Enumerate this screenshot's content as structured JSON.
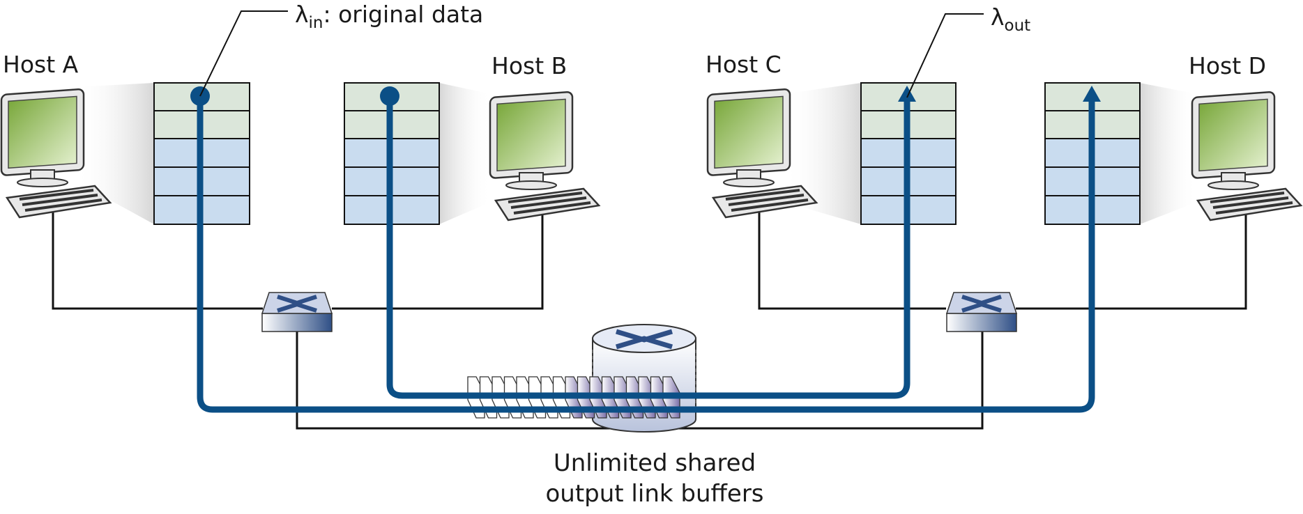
{
  "labels": {
    "lambda_in": {
      "symbol": "λ",
      "subscript": "in",
      "rest": ": original data"
    },
    "lambda_out": {
      "symbol": "λ",
      "subscript": "out"
    },
    "hosts": [
      "Host A",
      "Host B",
      "Host C",
      "Host D"
    ],
    "router_caption": [
      "Unlimited shared",
      "output link buffers"
    ]
  },
  "icons": {
    "host": "desktop-computer-icon",
    "switch": "switch-icon",
    "router": "router-icon"
  },
  "colors": {
    "flow": "#0b4f86",
    "buffer_top": "#dbe6da",
    "buffer_cell": "#c9dcef",
    "screen_dark": "#7aa83c",
    "screen_light": "#e2efcc",
    "device_body": "#e8e8e8",
    "switch_top": "#ccd4e8",
    "switch_side": "#2f4f86",
    "queue_packet": "#7a6fa8"
  }
}
